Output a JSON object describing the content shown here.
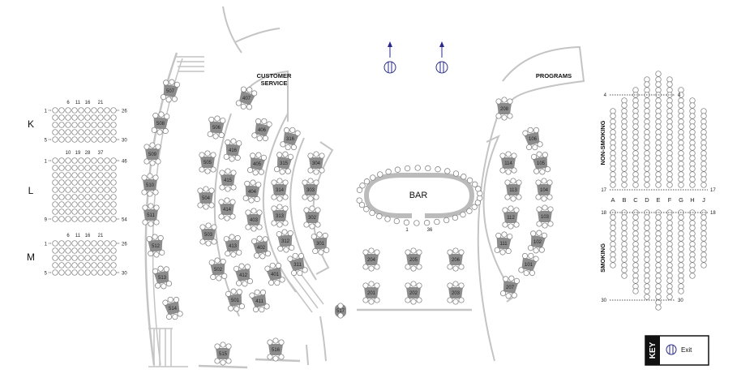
{
  "areas": {
    "customer_service": [
      "CUSTOMER",
      "SERVICE"
    ],
    "programs": "PROGRAMS",
    "bar": "BAR",
    "non_smoking": "NON-SMOKING",
    "smoking": "SMOKING"
  },
  "bar_seats": {
    "start": "1",
    "end": "36"
  },
  "left_rows": [
    {
      "label": "K",
      "top_nums": [
        "6",
        "11",
        "16",
        "21"
      ],
      "left_top": "1",
      "left_bottom": "5",
      "right_top": "26",
      "right_bottom": "30"
    },
    {
      "label": "L",
      "top_nums": [
        "10",
        "19",
        "28",
        "37"
      ],
      "left_top": "1",
      "left_bottom": "9",
      "right_top": "46",
      "right_bottom": "54"
    },
    {
      "label": "M",
      "top_nums": [
        "6",
        "11",
        "16",
        "21"
      ],
      "left_top": "1",
      "left_bottom": "5",
      "right_top": "26",
      "right_bottom": "30"
    }
  ],
  "right_section": {
    "col_letters": [
      "A",
      "B",
      "C",
      "D",
      "E",
      "F",
      "G",
      "H",
      "J"
    ],
    "row_nums": {
      "top_left": "4",
      "top_right": "4",
      "mid_upper_left": "17",
      "mid_upper_right": "17",
      "mid_lower_left": "18",
      "mid_lower_right": "18",
      "bottom_left": "30",
      "bottom_right": "30"
    }
  },
  "tables": {
    "t500": [
      "507",
      "508",
      "509",
      "510",
      "511",
      "512",
      "513",
      "514"
    ],
    "t400": [
      "406",
      "416",
      "405",
      "415",
      "404",
      "414",
      "403",
      "413",
      "402",
      "412",
      "401",
      "411"
    ],
    "t500b": [
      "506",
      "505",
      "504",
      "503",
      "502",
      "501"
    ],
    "t300": [
      "316",
      "304",
      "315",
      "303",
      "314",
      "302",
      "313",
      "301",
      "312",
      "311"
    ],
    "t200": [
      "204",
      "205",
      "206",
      "201",
      "202",
      "203",
      "207",
      "208"
    ],
    "t100": [
      "106",
      "114",
      "105",
      "113",
      "104",
      "112",
      "103",
      "111",
      "102",
      "101"
    ],
    "small": [
      "407",
      "515",
      "516",
      "517"
    ]
  },
  "key": {
    "title": "KEY",
    "exit": "Exit"
  },
  "colors": {
    "table": "#8c8c8c",
    "seat_stroke": "#777777",
    "wall": "#bbbbbb",
    "exit": "#2a2a8c",
    "text": "#222222"
  }
}
